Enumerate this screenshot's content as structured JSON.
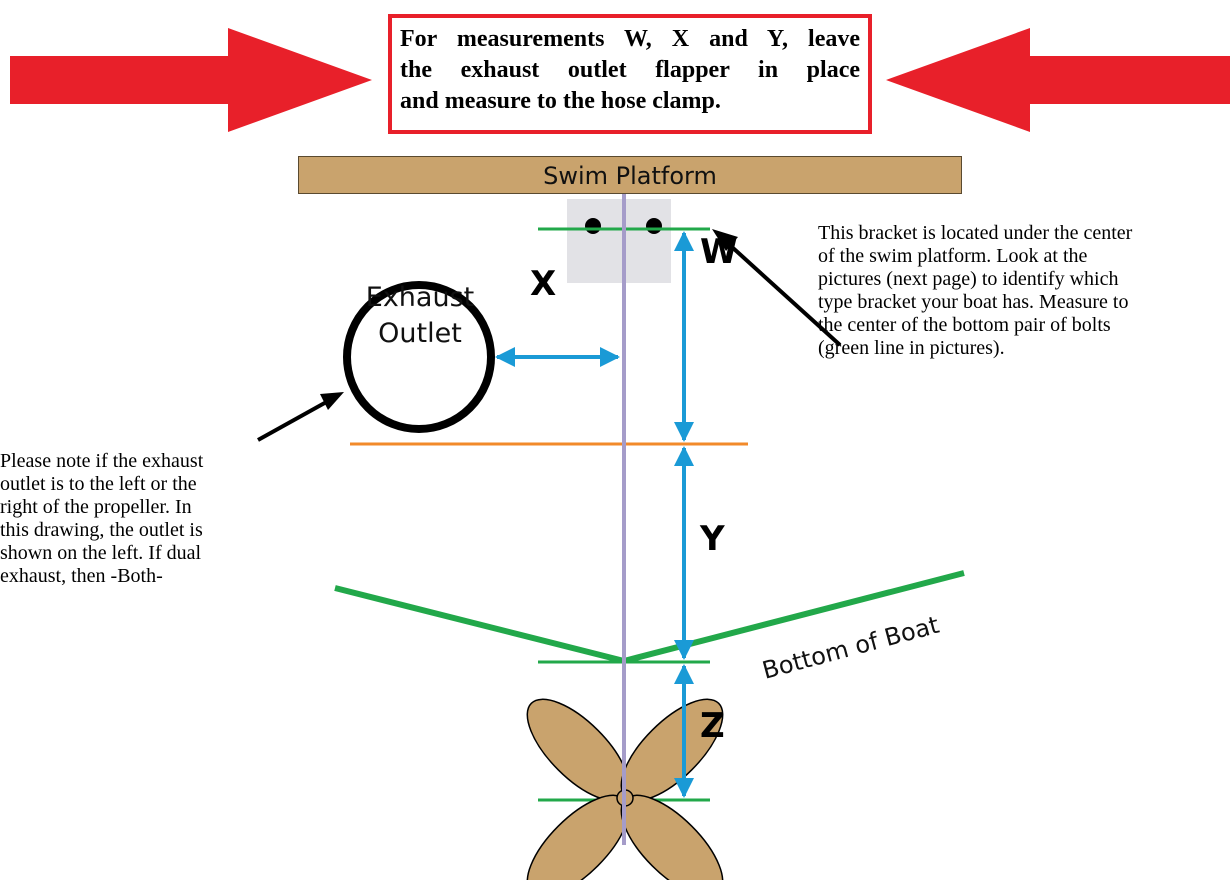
{
  "notice": {
    "lines": [
      "For measurements W, X and Y, leave",
      "the exhaust outlet flapper in place",
      "and measure to the hose clamp."
    ]
  },
  "platform": {
    "label": "Swim Platform"
  },
  "exhaust": {
    "line1": "Exhaust",
    "line2": "Outlet"
  },
  "measurements": {
    "w": "W",
    "x": "X",
    "y": "Y",
    "z": "Z"
  },
  "bottom_label": "Bottom of Boat",
  "bracket_note": {
    "lines": [
      "This bracket is located under the center",
      "of the swim platform.  Look at the",
      "pictures (next page) to identify which",
      "type bracket your boat has.  Measure to",
      "the center of the bottom pair of bolts",
      "(green line in pictures)."
    ]
  },
  "left_note": {
    "lines": [
      "Please note if the exhaust",
      "outlet is to the left or the",
      "right of the propeller.  In",
      "this drawing, the outlet is",
      "shown on the left.  If dual",
      "exhaust, then -Both-"
    ]
  },
  "colors": {
    "red_arrow": "#e8202a",
    "platform": "#c9a36d",
    "green": "#22a84a",
    "blue": "#1a9ad6",
    "orange": "#f28a2a",
    "shaft": "#a59cc9",
    "propeller": "#c9a36d",
    "bracket": "#e2e2e6"
  }
}
